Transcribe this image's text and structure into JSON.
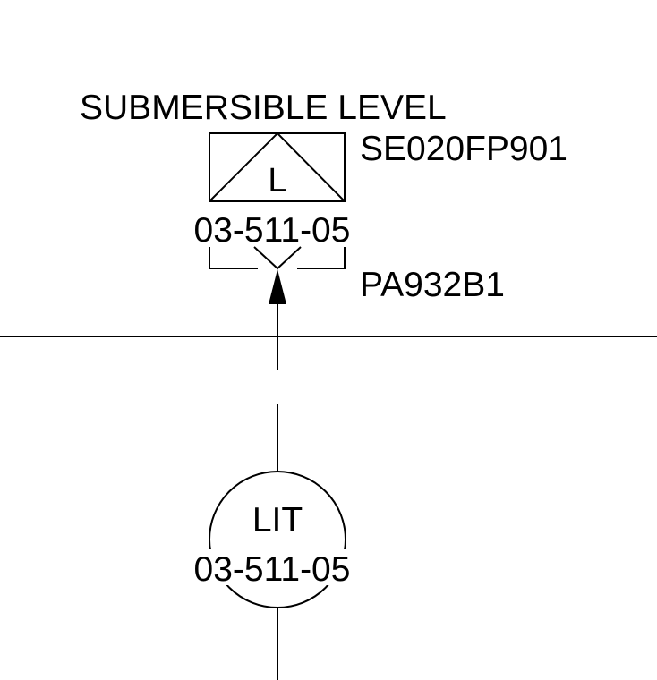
{
  "element": {
    "title": "SUBMERSIBLE LEVEL",
    "tag": "SE020FP901",
    "symbol_letter": "L",
    "loop_number": "03-511-05"
  },
  "connection": {
    "tag": "PA932B1"
  },
  "instrument": {
    "function": "LIT",
    "loop_number": "03-511-05"
  },
  "colors": {
    "line": "#000000",
    "background": "#ffffff"
  }
}
